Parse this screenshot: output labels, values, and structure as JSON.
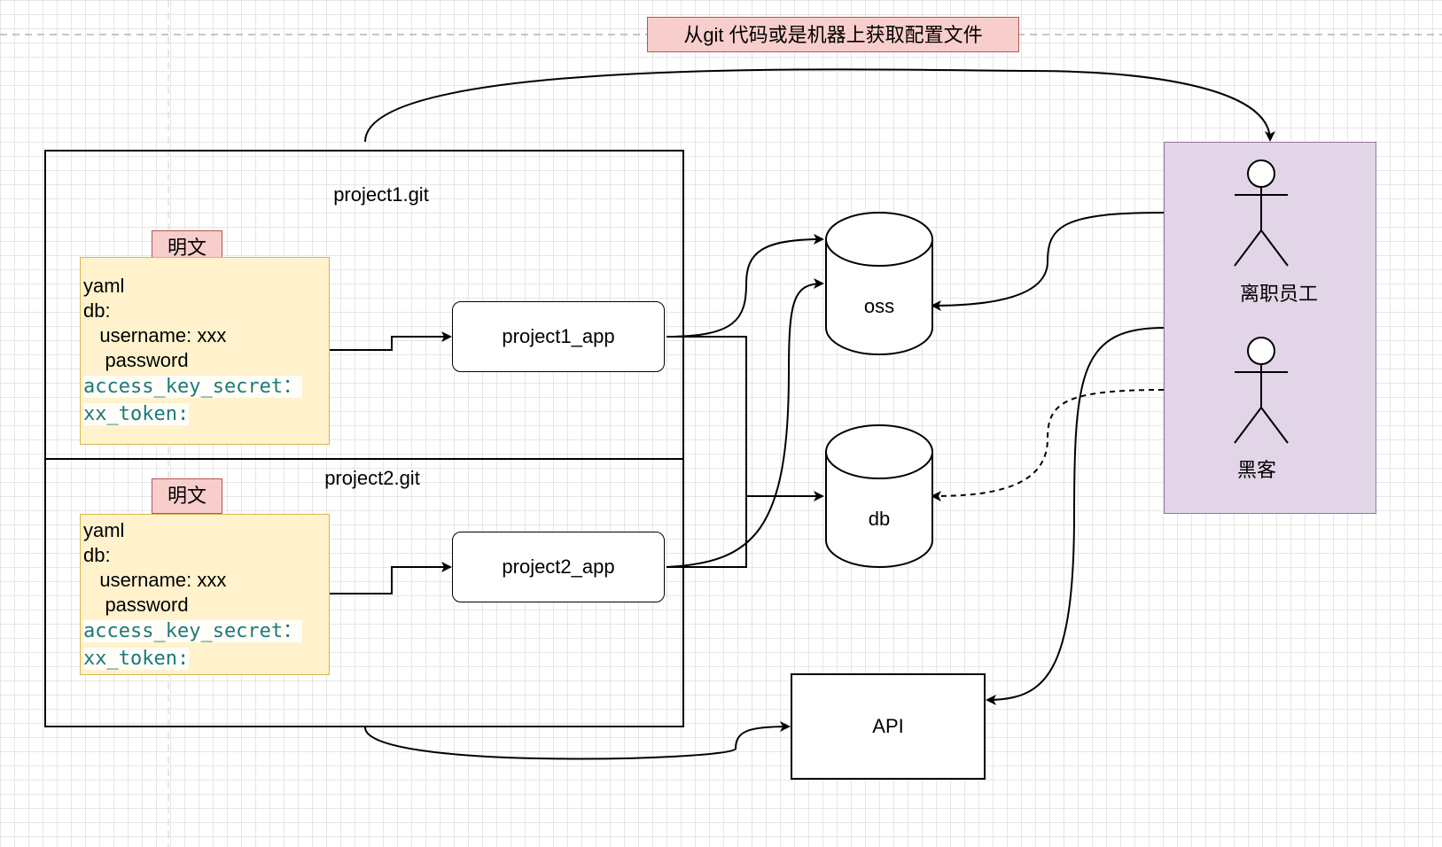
{
  "header": {
    "label": "从git 代码或是机器上获取配置文件"
  },
  "repos": [
    {
      "title": "project1.git",
      "badge": "明文",
      "config": {
        "lines": [
          "yaml",
          "db:",
          "   username: xxx",
          "    password"
        ],
        "code_lines": [
          "access_key_secret：",
          "xx_token:"
        ]
      },
      "app": "project1_app"
    },
    {
      "title": "project2.git",
      "badge": "明文",
      "config": {
        "lines": [
          "yaml",
          "db:",
          "   username: xxx",
          "    password"
        ],
        "code_lines": [
          "access_key_secret：",
          "xx_token:"
        ]
      },
      "app": "project2_app"
    }
  ],
  "stores": {
    "oss": "oss",
    "db": "db"
  },
  "api": {
    "label": "API"
  },
  "actors": {
    "former_employee": "离职员工",
    "hacker": "黑客"
  },
  "colors": {
    "red_fill": "#f8cecc",
    "red_stroke": "#b85450",
    "yellow_fill": "#fff2cc",
    "yellow_stroke": "#d6b656",
    "purple_fill": "#e1d5e7",
    "purple_stroke": "#9673a6",
    "code_text": "#1b7a7a"
  }
}
